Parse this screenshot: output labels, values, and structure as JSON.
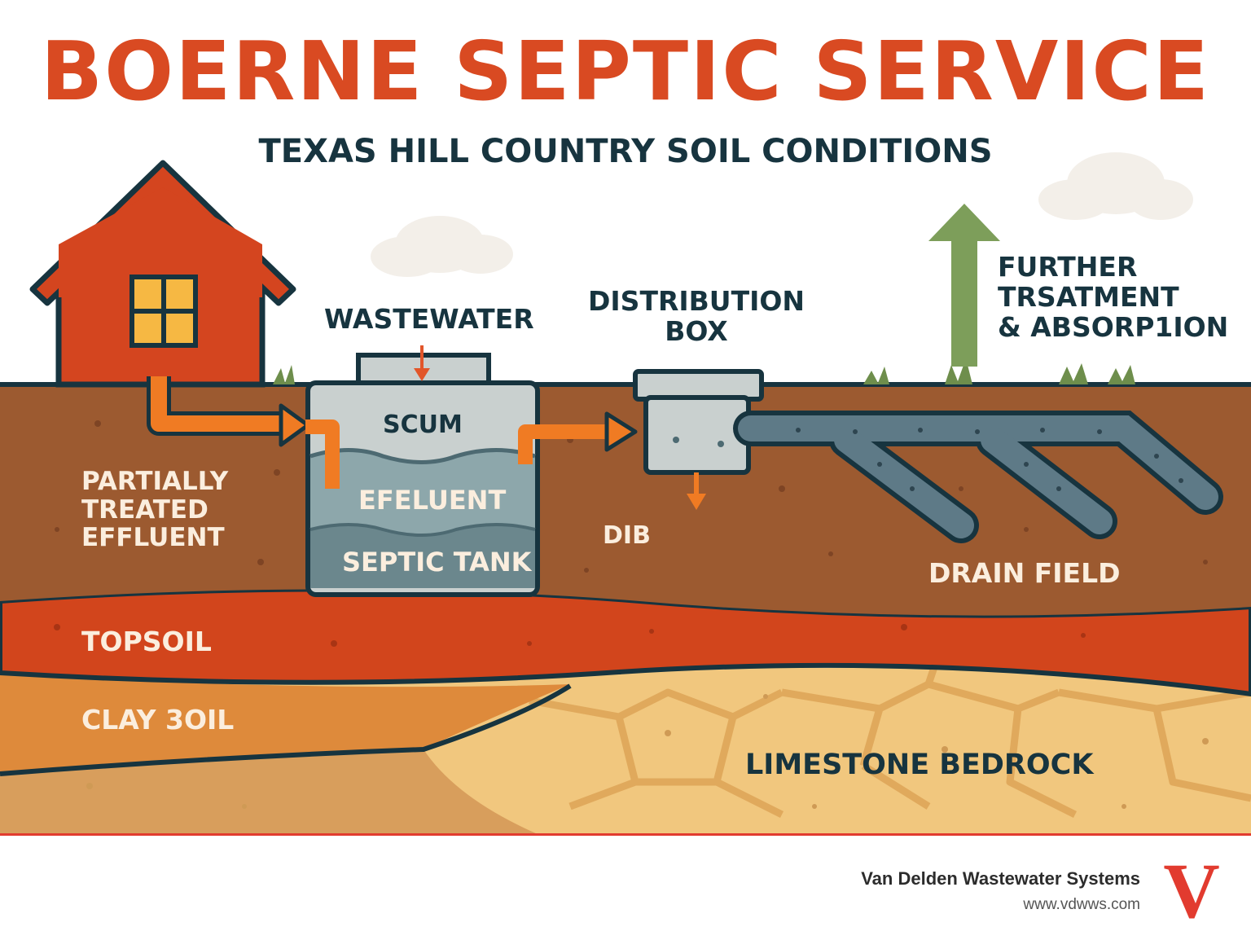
{
  "title": "BOERNE SEPTIC SERVICE",
  "subtitle": "TEXAS HILL COUNTRY SOIL CONDITIONS",
  "labels": {
    "wastewater": "WASTEWATER",
    "scum": "SCUM",
    "effluent": "EFELUENT",
    "septic_tank": "SEPTIC TANK",
    "distribution_box": "DISTRIBUTION\nBOX",
    "disperse_fragment": "DIB",
    "further_treatment": "FURTHER\nTRSATMENT\n& ABSORP1ION",
    "partially_treated": "PARTIALLY\nTREATED\nEFFLUENT",
    "drain_field": "DRAIN FIELD",
    "topsoil": "TOPSOIL",
    "clay_soil": "CLAY 3OIL",
    "limestone": "LIMESTONE BEDROCK"
  },
  "footer": {
    "company": "Van Delden Wastewater Systems",
    "url": "www.vdwws.com",
    "logo_letter": "V"
  },
  "colors": {
    "title": "#d94a22",
    "dark_text": "#17343f",
    "house": "#d4451f",
    "window": "#f6b843",
    "brown_soil": "#9c5a30",
    "topsoil": "#d2451c",
    "clay": "#de8a3b",
    "limestone": "#f1c77e",
    "pipe_orange": "#f07b23",
    "pipe_gray": "#5e7a87",
    "tank": "#c9d0cf",
    "effluent": "#7a969c",
    "arrow_green": "#7d9e5a",
    "footer_red": "#e23b2f"
  },
  "icons": [
    "house-icon",
    "window-icon",
    "cloud-icon",
    "grass-icon",
    "arrow-up-icon",
    "arrow-down-icon",
    "flow-arrow-icon",
    "logo-v-icon"
  ]
}
